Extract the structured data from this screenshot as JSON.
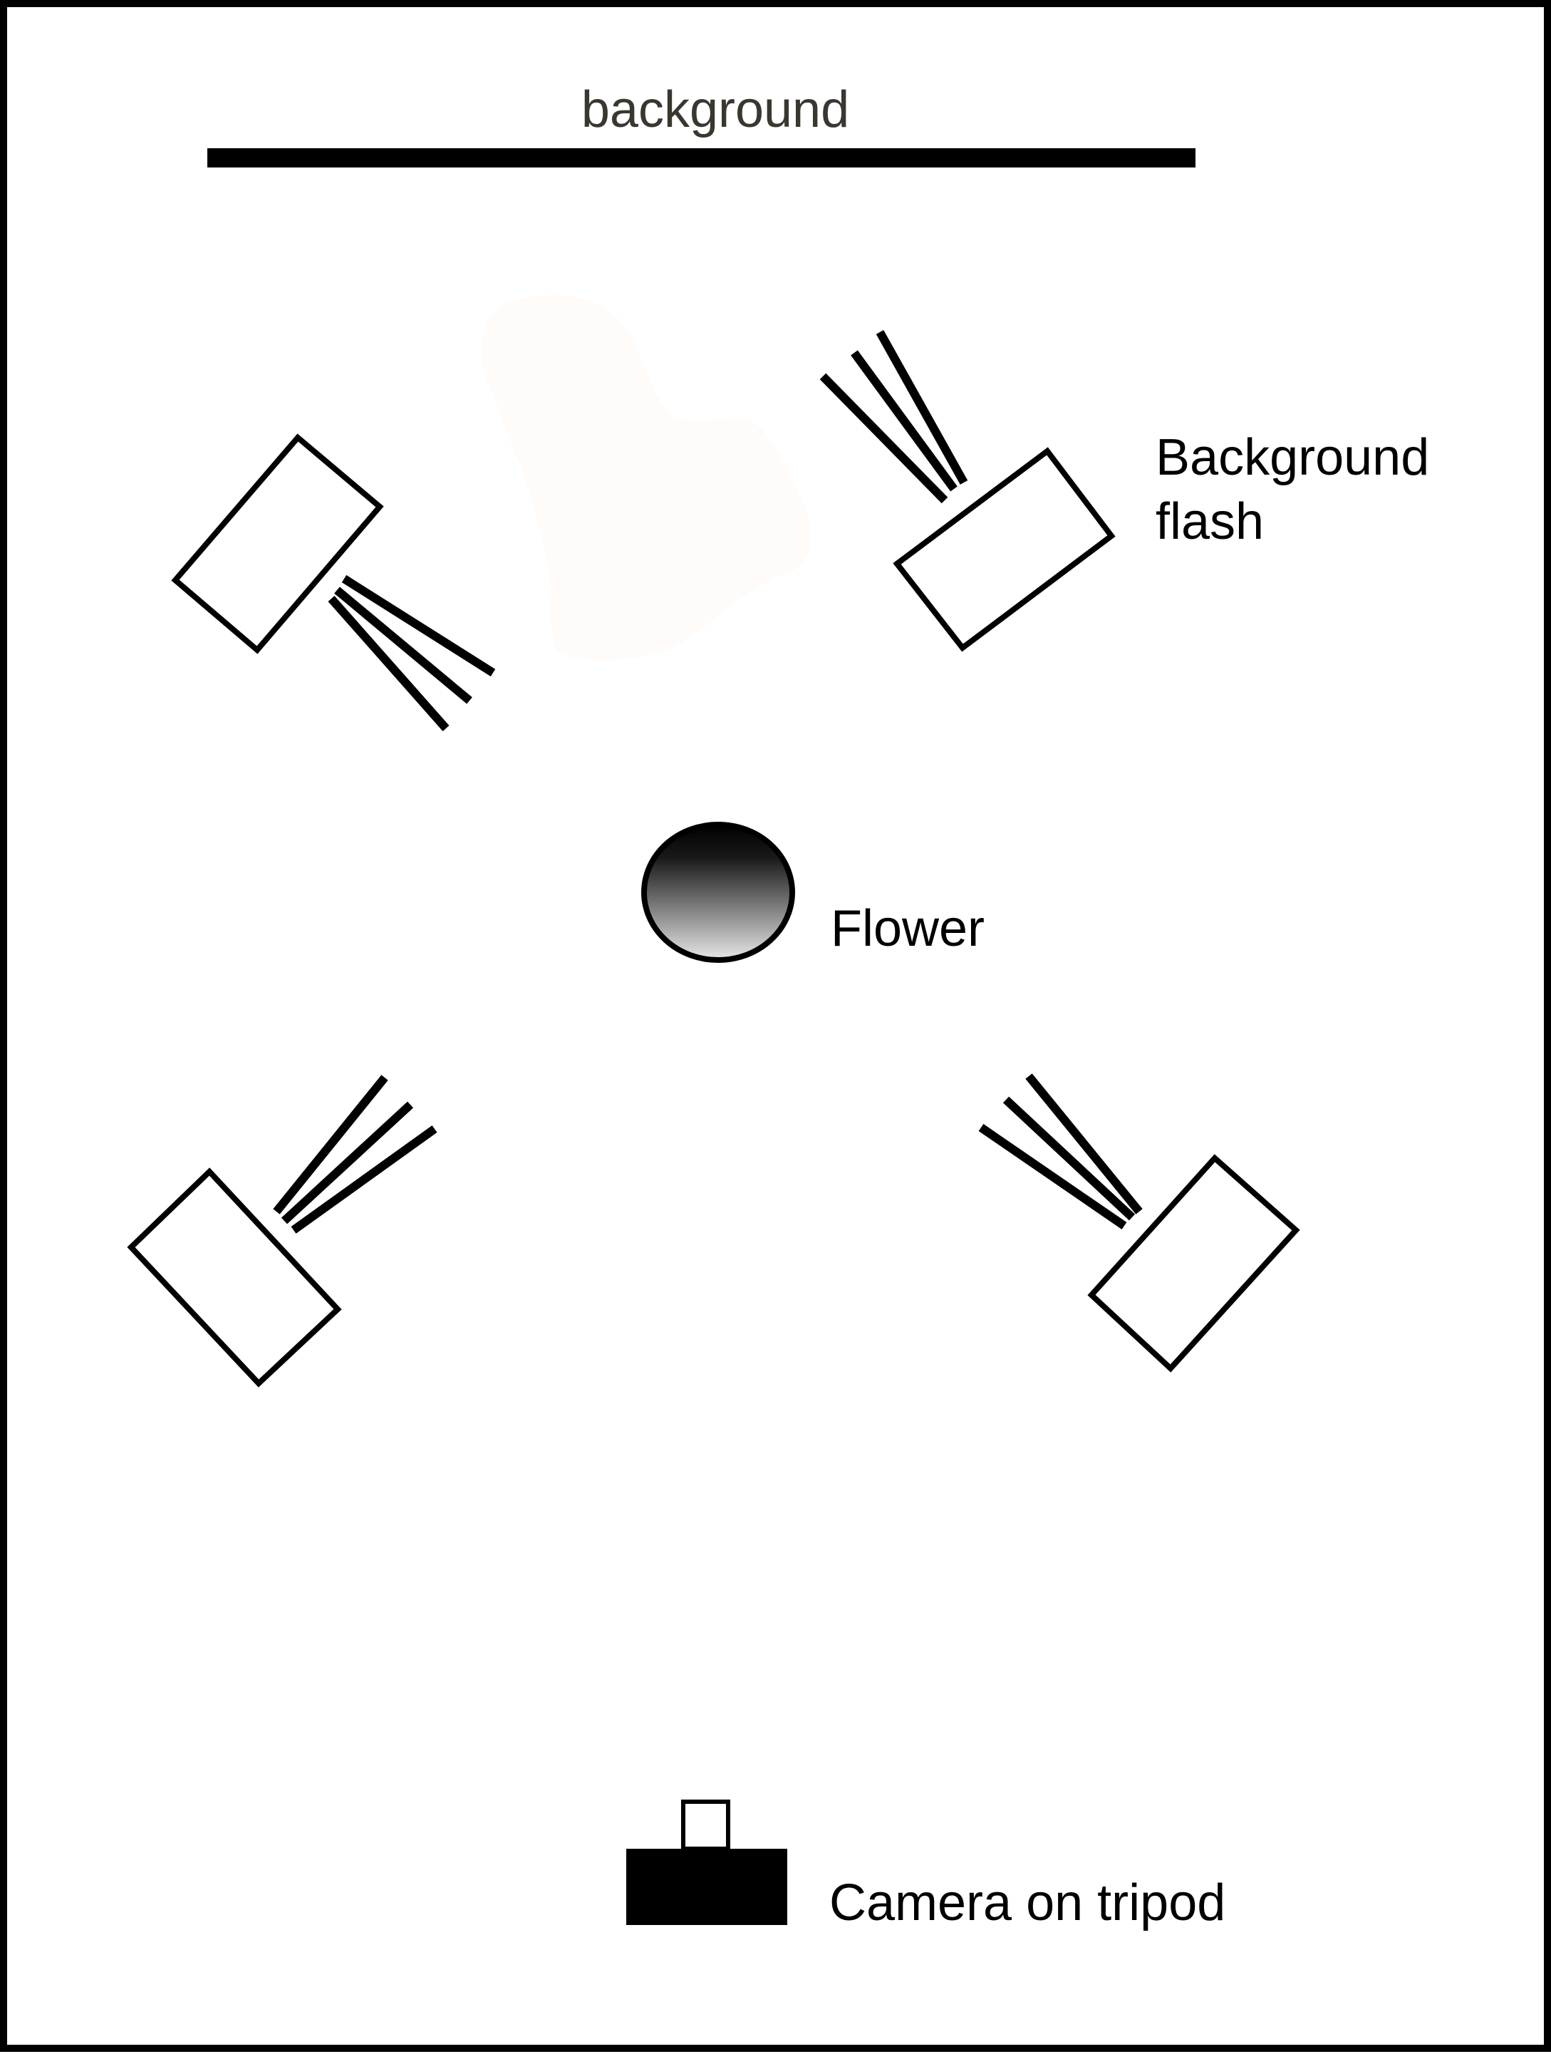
{
  "diagram": {
    "labels": {
      "background": "background",
      "background_flash": [
        "Background",
        "flash"
      ],
      "flower": "Flower",
      "camera": "Camera on tripod"
    },
    "colors": {
      "line": "#000000",
      "paper": "#ffffff",
      "muted_text": "#3a372f",
      "smudge": "#fffbf8"
    },
    "elements": [
      "backdrop-bar",
      "flash-unit-top-left",
      "flash-unit-background",
      "flash-unit-bottom-left",
      "flash-unit-bottom-right",
      "flower-subject",
      "camera-on-tripod"
    ]
  }
}
